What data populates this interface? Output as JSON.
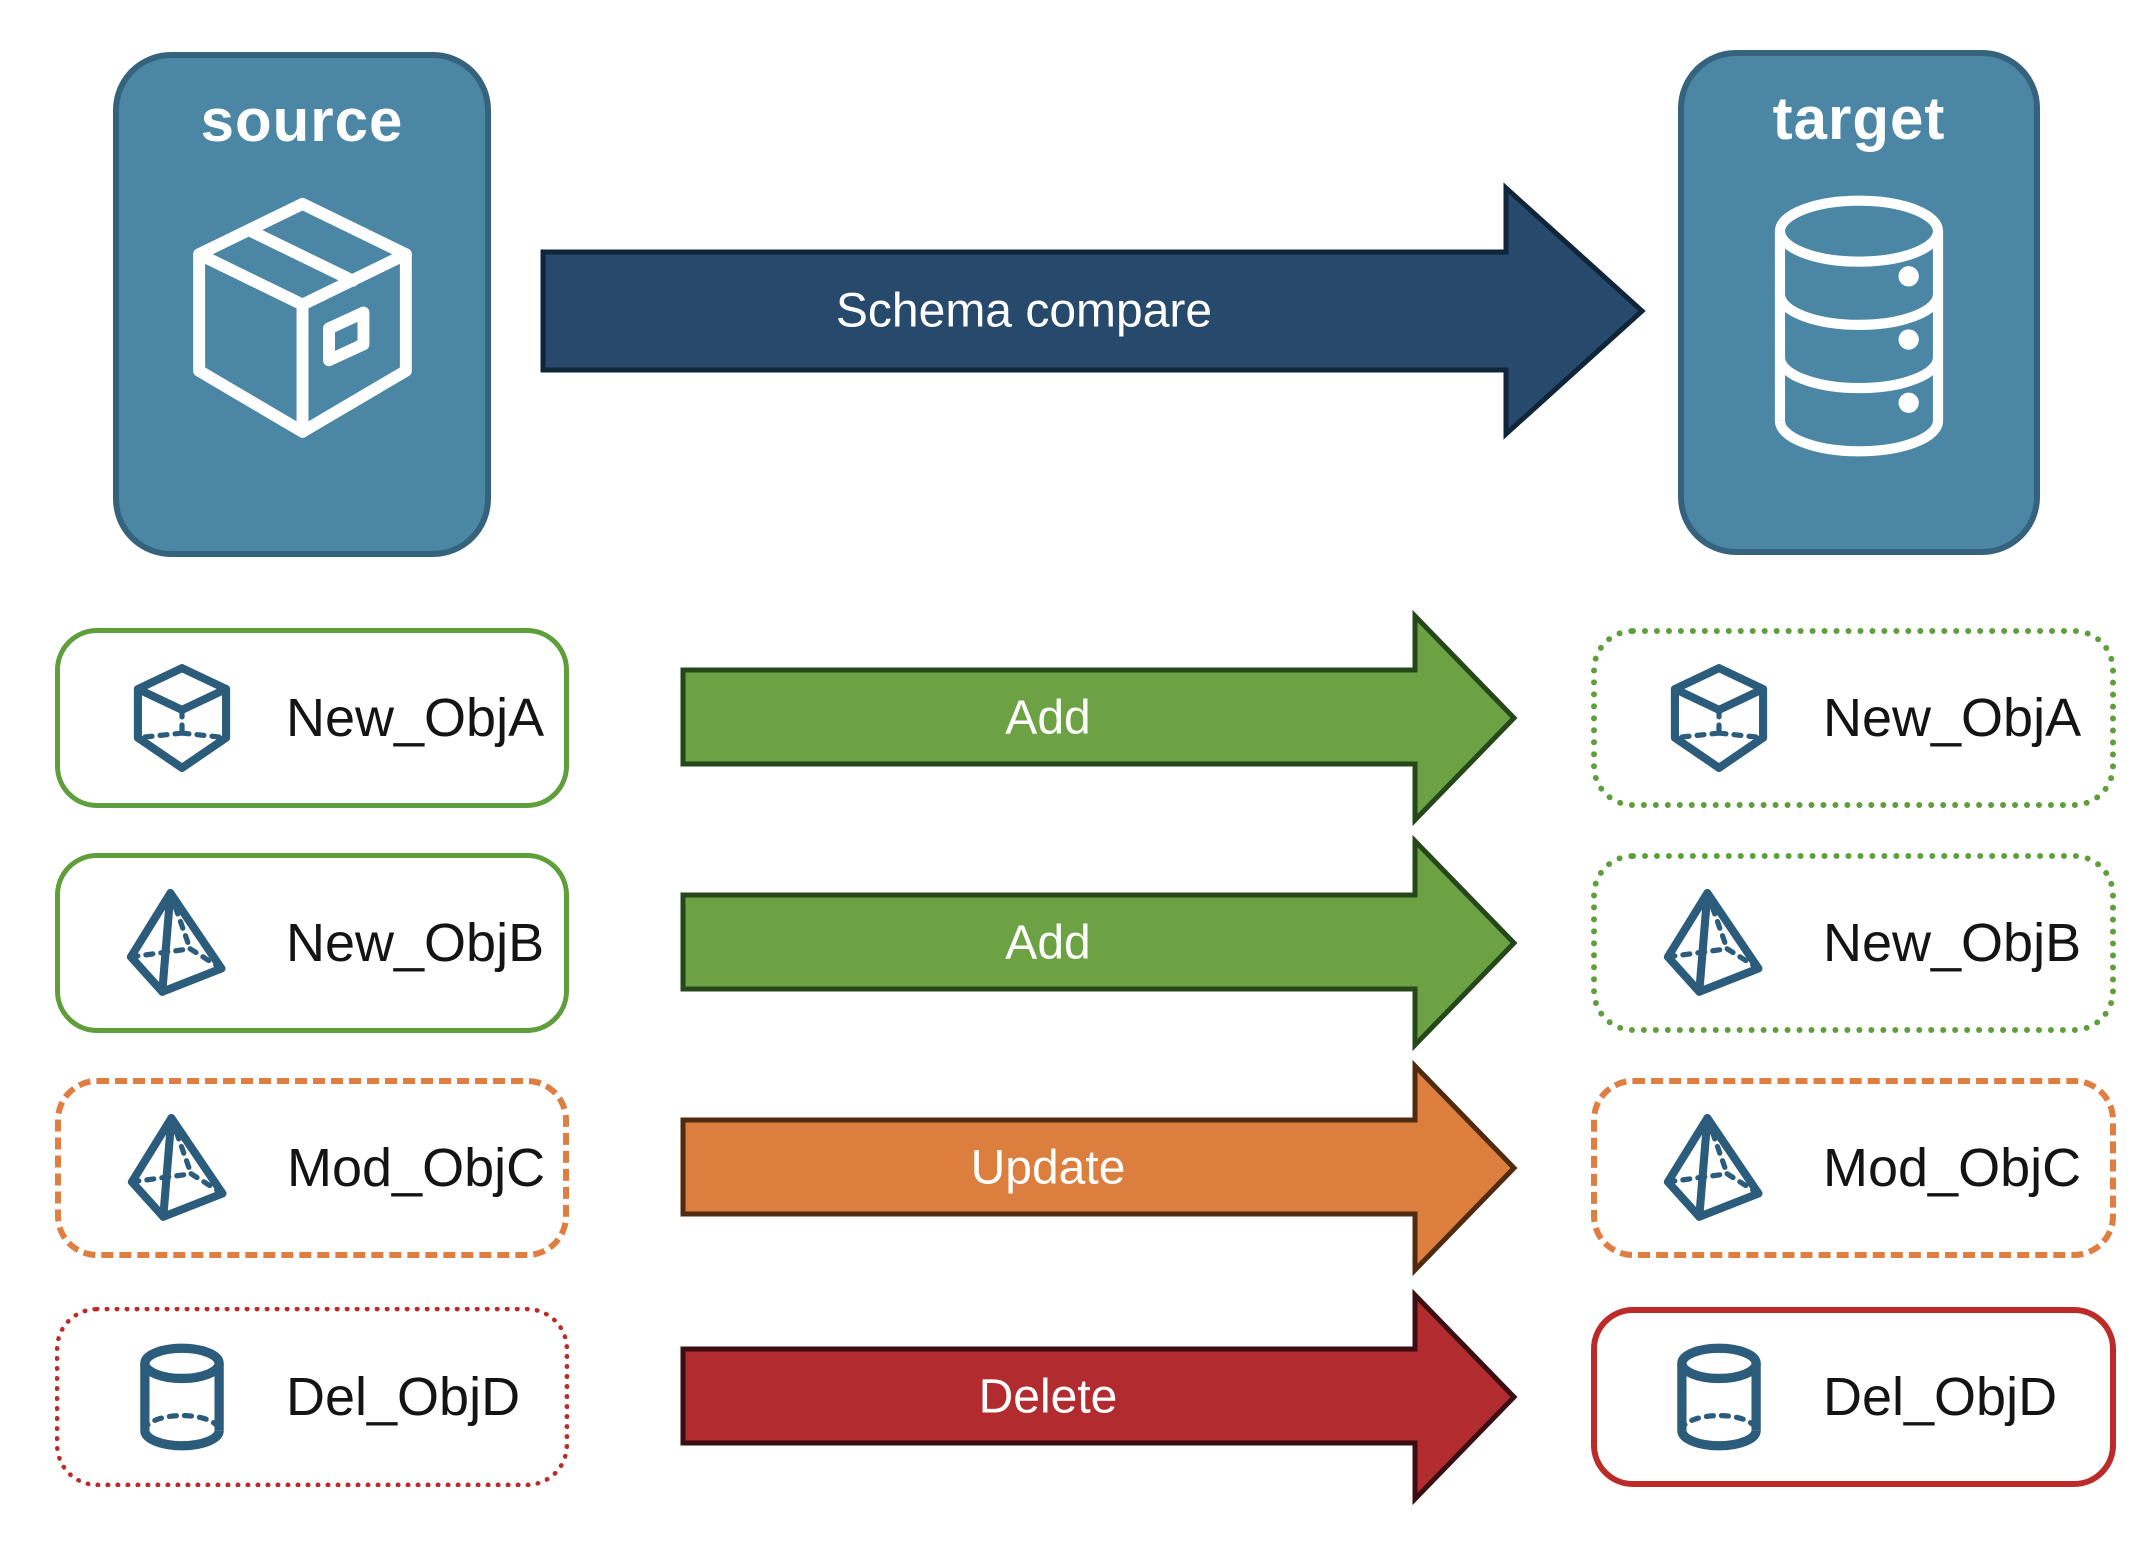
{
  "nodes": {
    "source": {
      "label": "source",
      "icon": "package-icon"
    },
    "target": {
      "label": "target",
      "icon": "database-icon"
    }
  },
  "compare_arrow": {
    "label": "Schema compare",
    "color": "#27496B"
  },
  "rows": [
    {
      "icon": "cube-3d-icon",
      "icon_href": "#sym-cube",
      "action": "Add",
      "action_color": "#6CA244",
      "left": {
        "label": "New_ObjA",
        "border_style": "solid",
        "border_color": "#5E9E3B"
      },
      "right": {
        "label": "New_ObjA",
        "border_style": "dotted",
        "border_color": "#5E9E3B"
      }
    },
    {
      "icon": "pyramid-icon",
      "icon_href": "#sym-pyramid",
      "action": "Add",
      "action_color": "#6CA244",
      "left": {
        "label": "New_ObjB",
        "border_style": "solid",
        "border_color": "#5E9E3B"
      },
      "right": {
        "label": "New_ObjB",
        "border_style": "dotted",
        "border_color": "#5E9E3B"
      }
    },
    {
      "icon": "pyramid-icon",
      "icon_href": "#sym-pyramid",
      "action": "Update",
      "action_color": "#DC7E3D",
      "left": {
        "label": "Mod_ObjC",
        "border_style": "dashed",
        "border_color": "#E07E42"
      },
      "right": {
        "label": "Mod_ObjC",
        "border_style": "dashed",
        "border_color": "#E07E42"
      }
    },
    {
      "icon": "cylinder-icon",
      "icon_href": "#sym-cylinder",
      "action": "Delete",
      "action_color": "#B12B2F",
      "left": {
        "label": "Del_ObjD",
        "border_style": "dotted",
        "border_color": "#BC2B27"
      },
      "right": {
        "label": "Del_ObjD",
        "border_style": "solid",
        "border_color": "#BC2B27"
      }
    }
  ],
  "palette": {
    "node_fill": "#4B87A5",
    "node_border": "#35637D",
    "compare_arrow_navy": "#27496B",
    "add_green": "#6CA244",
    "update_orange": "#DC7E3D",
    "delete_red": "#B12B2F",
    "green_border": "#5E9E3B",
    "orange_border": "#E07E42",
    "red_border": "#BC2B27",
    "object_icon_blue": "#2C5C7C"
  }
}
